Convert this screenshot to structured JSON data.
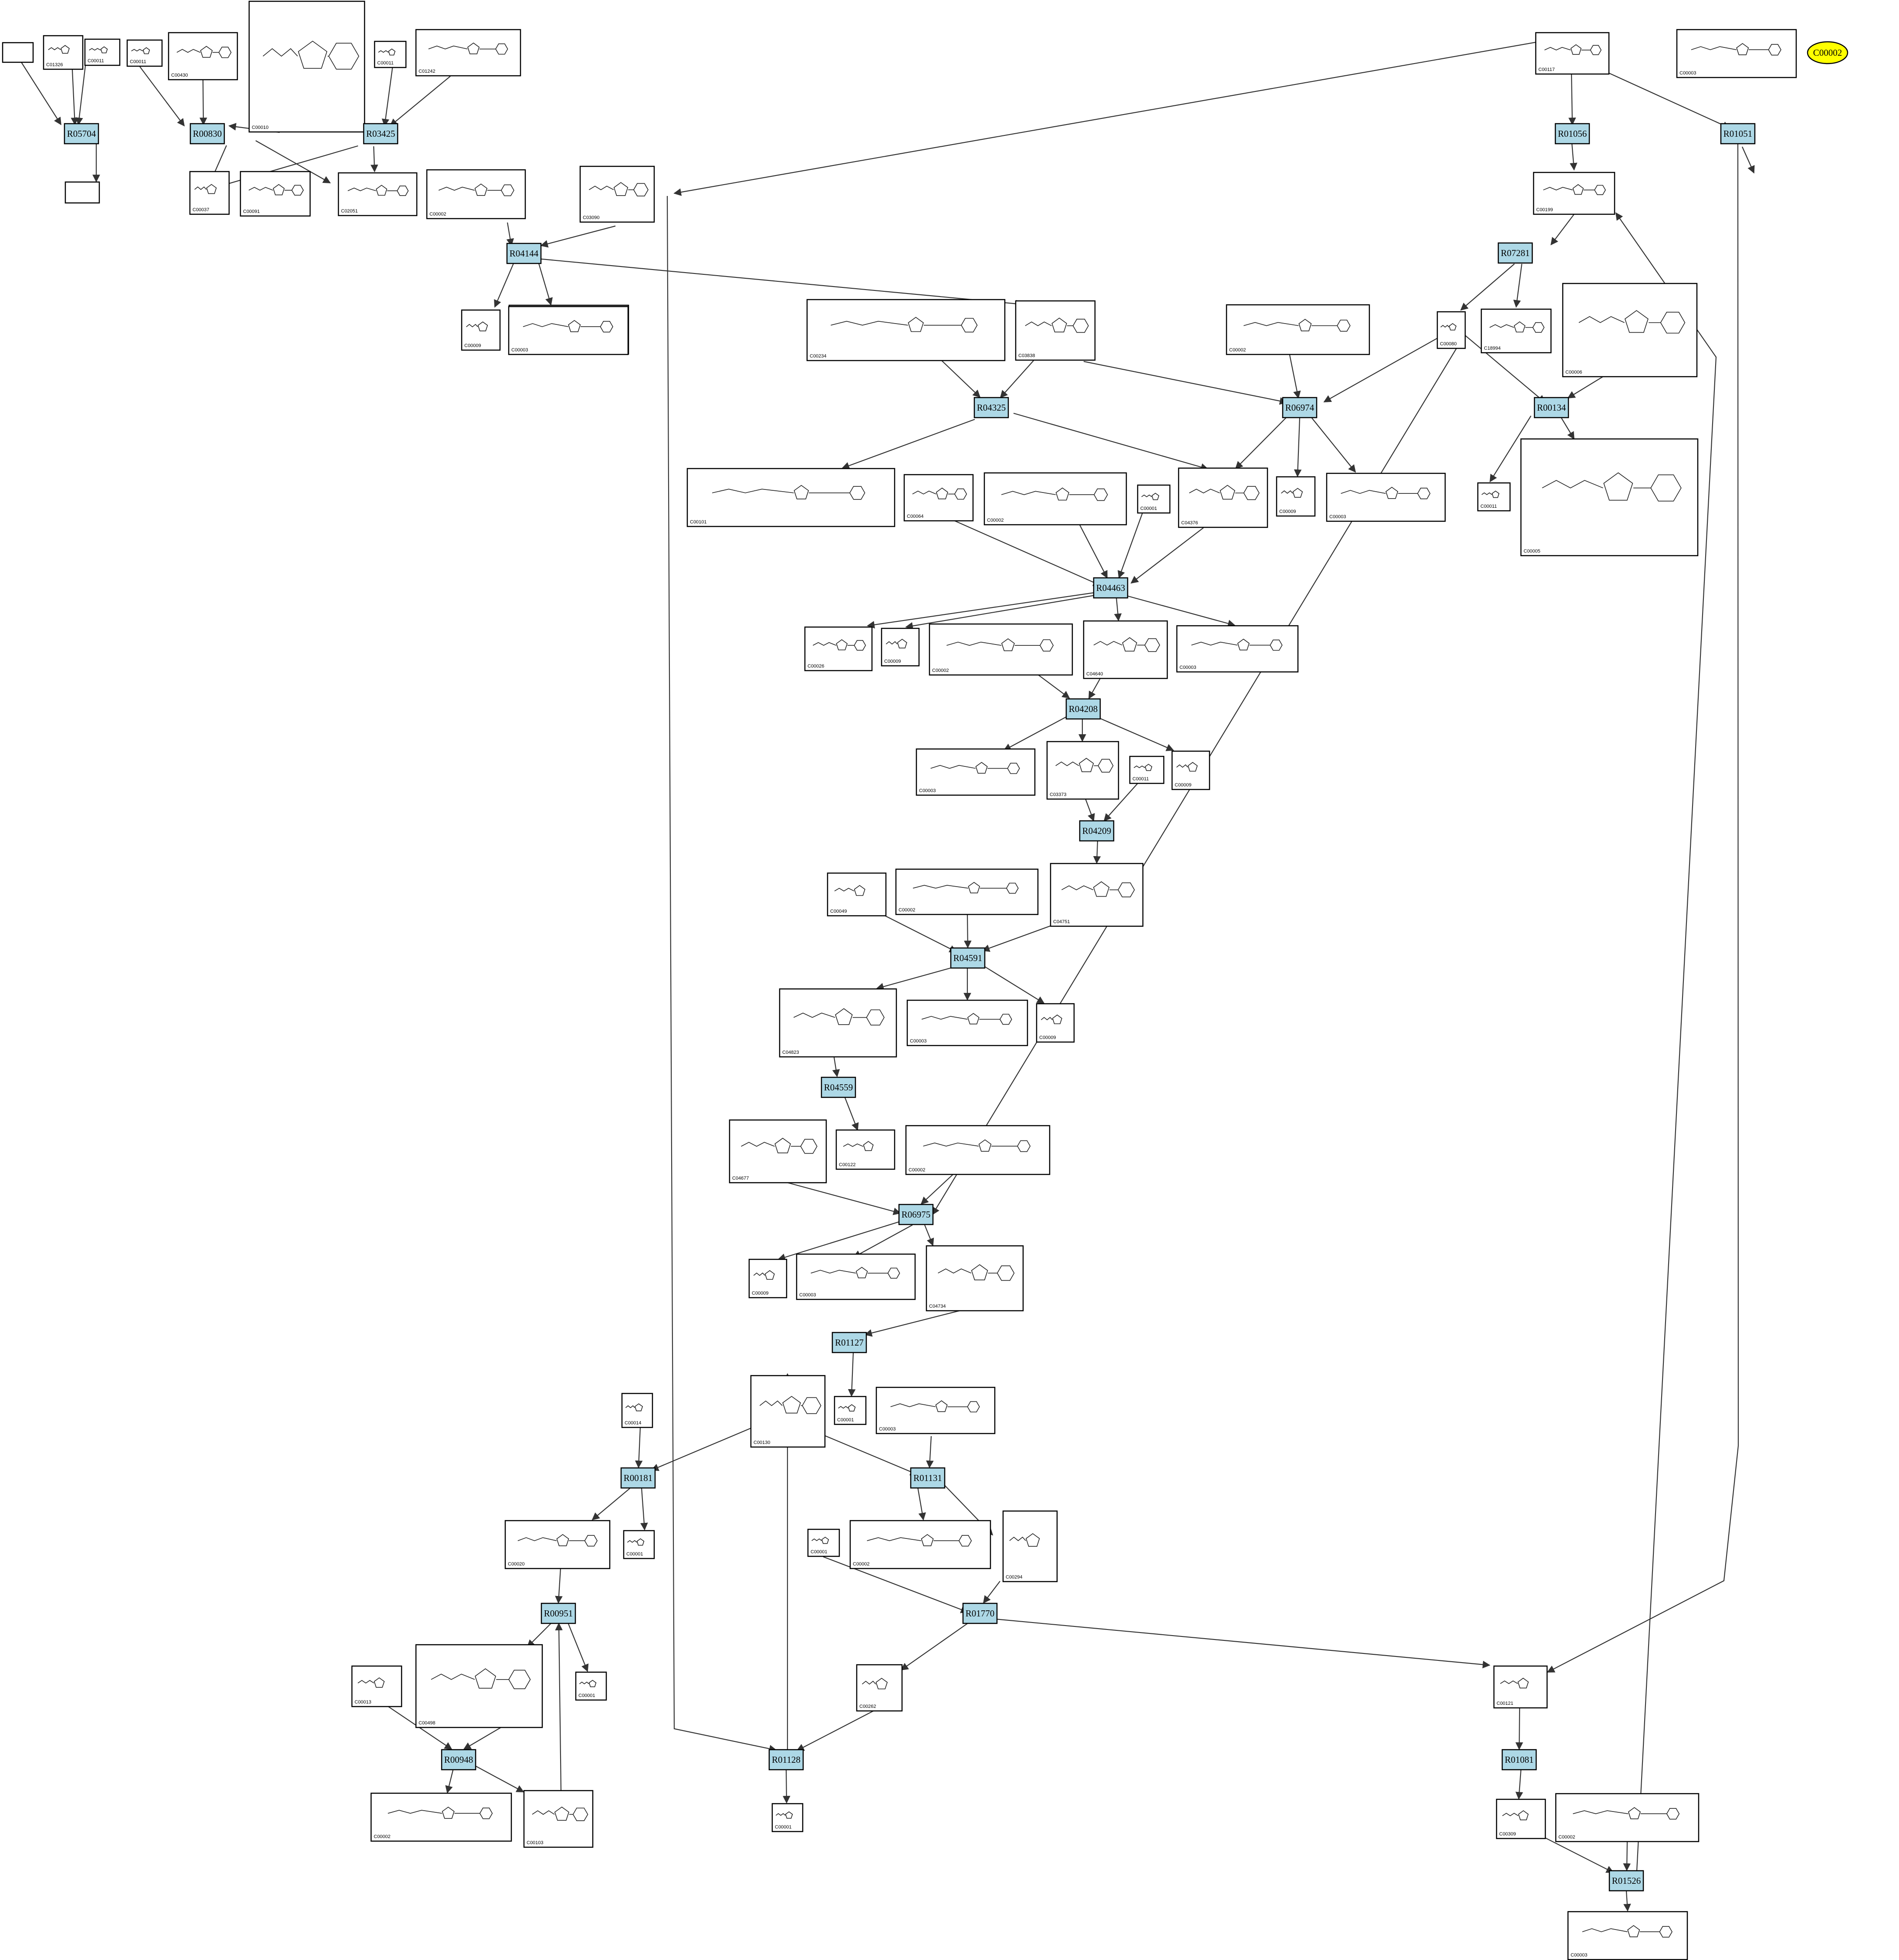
{
  "legend": {
    "label": "C00002",
    "color": "#ffff00"
  },
  "colors": {
    "reaction_fill": "#add8e6",
    "compound_fill": "#ffffff",
    "edge": "#333333"
  },
  "reactions": [
    "R05704",
    "R00830",
    "R03425",
    "R01056",
    "R01051",
    "R04144",
    "R07281",
    "R04325",
    "R06974",
    "R00134",
    "R04463",
    "R04208",
    "R04209",
    "R04591",
    "R04559",
    "R06975",
    "R01127",
    "R00181",
    "R01131",
    "R00951",
    "R01770",
    "R00948",
    "R01128",
    "R01081",
    "R01526"
  ],
  "compounds": [
    {
      "label": ""
    },
    {
      "label": "C01326"
    },
    {
      "label": "C00011"
    },
    {
      "label": "C00011"
    },
    {
      "label": "C00430"
    },
    {
      "label": "C00010"
    },
    {
      "label": "C00011"
    },
    {
      "label": "C01242"
    },
    {
      "label": "C00117"
    },
    {
      "label": "C00003"
    },
    {
      "label": ""
    },
    {
      "label": "C00037"
    },
    {
      "label": "C00091"
    },
    {
      "label": "C02051"
    },
    {
      "label": "C00002"
    },
    {
      "label": "C03090"
    },
    {
      "label": "C00199"
    },
    {
      "label": "C00002"
    },
    {
      "label": "C00009"
    },
    {
      "label": "C00003"
    },
    {
      "label": "C00234"
    },
    {
      "label": "C03838"
    },
    {
      "label": "C00002"
    },
    {
      "label": "C00080"
    },
    {
      "label": "C18994"
    },
    {
      "label": "C00006"
    },
    {
      "label": "C00101"
    },
    {
      "label": "C00064"
    },
    {
      "label": "C00002"
    },
    {
      "label": "C00001"
    },
    {
      "label": "C04376"
    },
    {
      "label": "C00009"
    },
    {
      "label": "C00003"
    },
    {
      "label": "C00011"
    },
    {
      "label": "C00005"
    },
    {
      "label": "C00026"
    },
    {
      "label": "C00009"
    },
    {
      "label": "C00002"
    },
    {
      "label": "C04640"
    },
    {
      "label": "C00003"
    },
    {
      "label": "C00003"
    },
    {
      "label": "C03373"
    },
    {
      "label": "C00011"
    },
    {
      "label": "C00009"
    },
    {
      "label": "C04751"
    },
    {
      "label": "C00049"
    },
    {
      "label": "C00002"
    },
    {
      "label": "C04823"
    },
    {
      "label": "C00003"
    },
    {
      "label": "C00009"
    },
    {
      "label": "C04677"
    },
    {
      "label": "C00122"
    },
    {
      "label": "C00002"
    },
    {
      "label": "C00009"
    },
    {
      "label": "C00003"
    },
    {
      "label": "C04734"
    },
    {
      "label": "C00130"
    },
    {
      "label": "C00001"
    },
    {
      "label": "C00003"
    },
    {
      "label": "C00014"
    },
    {
      "label": "C00020"
    },
    {
      "label": "C00001"
    },
    {
      "label": "C00002"
    },
    {
      "label": "C00294"
    },
    {
      "label": "C00001"
    },
    {
      "label": "C00498"
    },
    {
      "label": "C00013"
    },
    {
      "label": "C00001"
    },
    {
      "label": "C00262"
    },
    {
      "label": "C00121"
    },
    {
      "label": "C00002"
    },
    {
      "label": "C00103"
    },
    {
      "label": "C00001"
    },
    {
      "label": "C00309"
    },
    {
      "label": "C00002"
    },
    {
      "label": "C00003"
    }
  ]
}
